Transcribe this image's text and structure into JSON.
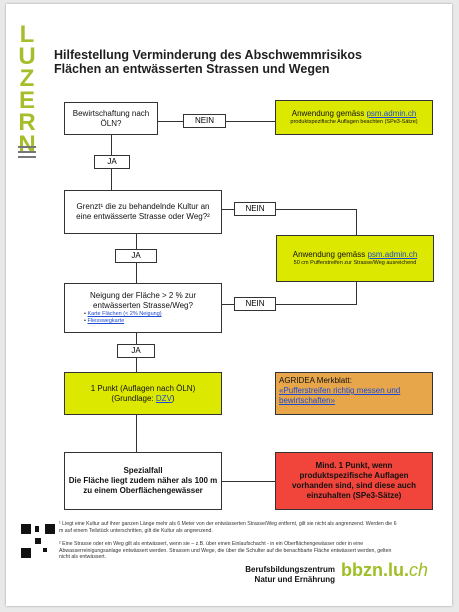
{
  "brand": {
    "name": "LUZERN"
  },
  "title": {
    "line1": "Hilfestellung Verminderung des Abschwemmrisikos",
    "line2": "Flächen an entwässerten Strassen und Wegen"
  },
  "flow": {
    "q1": "Bewirtschaftung nach ÖLN?",
    "q2": "Grenzt¹ die zu behandelnde Kultur an eine entwässerte Strasse oder Weg?²",
    "q3": "Neigung der Fläche > 2 % zur entwässerten Strasse/Weg?",
    "q3_link1": "Karte Flächen (< 2% Neigung)",
    "q3_link2": "Fliesswegkarte",
    "nein1": "NEIN",
    "nein2": "NEIN",
    "nein3": "NEIN",
    "ja1": "JA",
    "ja2": "JA",
    "ja3": "JA",
    "a1_title": "Anwendung gemäss",
    "a1_link": "psm.admin.ch",
    "a1_text": "produktspezifische Auflagen beachten (SPe3-Sätze)",
    "a2_title": "Anwendung gemäss",
    "a2_link": "psm.admin.ch",
    "a2_text": "50 cm Pufferstreifen zur Strasse/Weg ausreichend",
    "r1_title": "1 Punkt (Auflagen nach ÖLN)",
    "r1_grundlage": "(Grundlage:",
    "r1_link": "DZV",
    "agridea_title": "AGRIDEA Merkblatt:",
    "agridea_link": "«Pufferstreifen richtig messen und bewirtschaften»",
    "spezial_title": "Spezialfall",
    "spezial_text": "Die Fläche liegt zudem näher als 100 m zu einem Oberflächengewässer",
    "red_text": "Mind. 1 Punkt, wenn produktspezifische Auflagen vorhanden sind, sind diese auch einzuhalten (SPe3-Sätze)"
  },
  "footnotes": {
    "n1": "¹ Liegt eine Kultur auf ihrer ganzen Länge mehr als 6 Meter von der entwässerten Strasse/Weg entfernt, gilt sie nicht als angrenzend. Werden die 6 m auf einem Teilstück unterschritten, gilt die Kultur als angrenzend.",
    "n2": "² Eine Strasse oder ein Weg gilt als entwässert, wenn sie – z.B. über einen Einlaufschacht - in ein Oberflächengewässer oder in eine Abwasserreinigungsanlage entwässert werden. Strassen und Wege, die über die Schulter auf die benachbarte Fläche entwässert werden, gelten nicht als entwässert."
  },
  "footer": {
    "line1": "Berufsbildungszentrum",
    "line2": "Natur und Ernährung",
    "logo_a": "bbzn.lu.",
    "logo_b": "ch"
  }
}
